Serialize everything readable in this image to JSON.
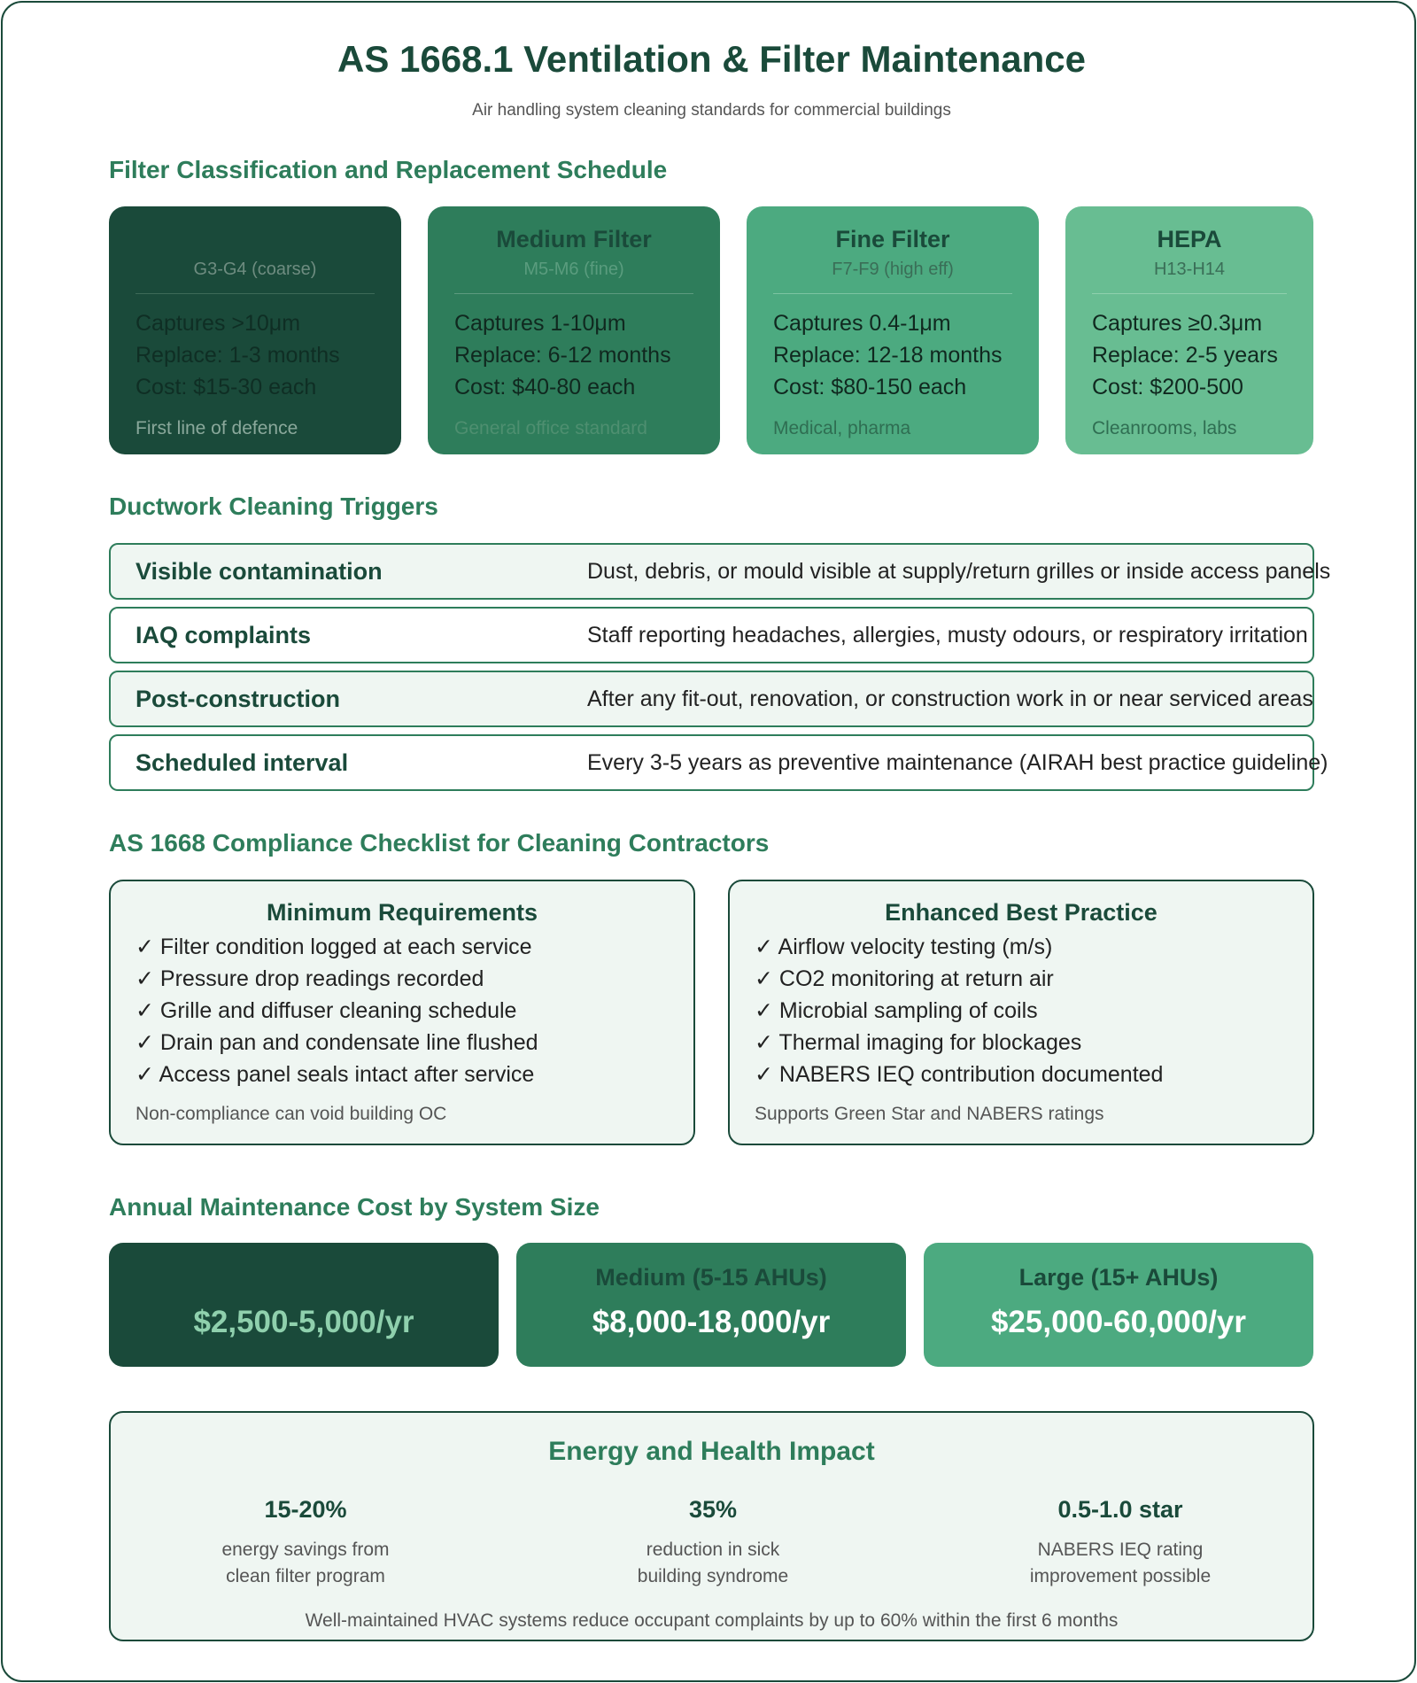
{
  "header": {
    "title": "AS 1668.1 Ventilation & Filter Maintenance",
    "subtitle": "Air handling system cleaning standards for commercial buildings"
  },
  "sections": {
    "filters": "Filter Classification and Replacement Schedule",
    "triggers": "Ductwork Cleaning Triggers",
    "checklist": "AS 1668 Compliance Checklist for Cleaning Contractors",
    "cost": "Annual Maintenance Cost by System Size"
  },
  "filters": [
    {
      "name": "",
      "class": "G3-G4 (coarse)",
      "captures": "Captures >10μm",
      "replace": "Replace: 1-3 months",
      "cost": "Cost: $15-30 each",
      "note": "First line of defence"
    },
    {
      "name": "Medium Filter",
      "class": "M5-M6 (fine)",
      "captures": "Captures 1-10μm",
      "replace": "Replace: 6-12 months",
      "cost": "Cost: $40-80 each",
      "note": "General office standard"
    },
    {
      "name": "Fine Filter",
      "class": "F7-F9 (high eff)",
      "captures": "Captures 0.4-1μm",
      "replace": "Replace: 12-18 months",
      "cost": "Cost: $80-150 each",
      "note": "Medical, pharma"
    },
    {
      "name": "HEPA",
      "class": "H13-H14",
      "captures": "Captures ≥0.3μm",
      "replace": "Replace: 2-5 years",
      "cost": "Cost: $200-500",
      "note": "Cleanrooms, labs"
    }
  ],
  "triggers": [
    {
      "label": "Visible contamination",
      "desc": "Dust, debris, or mould visible at supply/return grilles or inside access panels"
    },
    {
      "label": "IAQ complaints",
      "desc": "Staff reporting headaches, allergies, musty odours, or respiratory irritation"
    },
    {
      "label": "Post-construction",
      "desc": "After any fit-out, renovation, or construction work in or near serviced areas"
    },
    {
      "label": "Scheduled interval",
      "desc": "Every 3-5 years as preventive maintenance (AIRAH best practice guideline)"
    }
  ],
  "checklist": {
    "minimum": {
      "title": "Minimum Requirements",
      "items": [
        "✓ Filter condition logged at each service",
        "✓ Pressure drop readings recorded",
        "✓ Grille and diffuser cleaning schedule",
        "✓ Drain pan and condensate line flushed",
        "✓ Access panel seals intact after service"
      ],
      "note": "Non-compliance can void building OC"
    },
    "enhanced": {
      "title": "Enhanced Best Practice",
      "items": [
        "✓ Airflow velocity testing (m/s)",
        "✓ CO2 monitoring at return air",
        "✓ Microbial sampling of coils",
        "✓ Thermal imaging for blockages",
        "✓ NABERS IEQ contribution documented"
      ],
      "note": "Supports Green Star and NABERS ratings"
    }
  },
  "costs": [
    {
      "label": "",
      "value": "$2,500-5,000/yr"
    },
    {
      "label": "Medium (5-15 AHUs)",
      "value": "$8,000-18,000/yr"
    },
    {
      "label": "Large (15+ AHUs)",
      "value": "$25,000-60,000/yr"
    }
  ],
  "impact": {
    "title": "Energy and Health Impact",
    "stats": [
      {
        "value": "15-20%",
        "line1": "energy savings from",
        "line2": "clean filter program"
      },
      {
        "value": "35%",
        "line1": "reduction in sick",
        "line2": "building syndrome"
      },
      {
        "value": "0.5-1.0 star",
        "line1": "NABERS IEQ rating",
        "line2": "improvement possible"
      }
    ],
    "footer": "Well-maintained HVAC systems reduce occupant complaints by up to 60% within the first 6 months"
  },
  "colors": {
    "dark_green": "#1a4a3a",
    "mid_green": "#2e7d5b",
    "light_green": "#4caa80",
    "pale_green": "#68bd92",
    "panel_bg": "#eff6f2"
  }
}
